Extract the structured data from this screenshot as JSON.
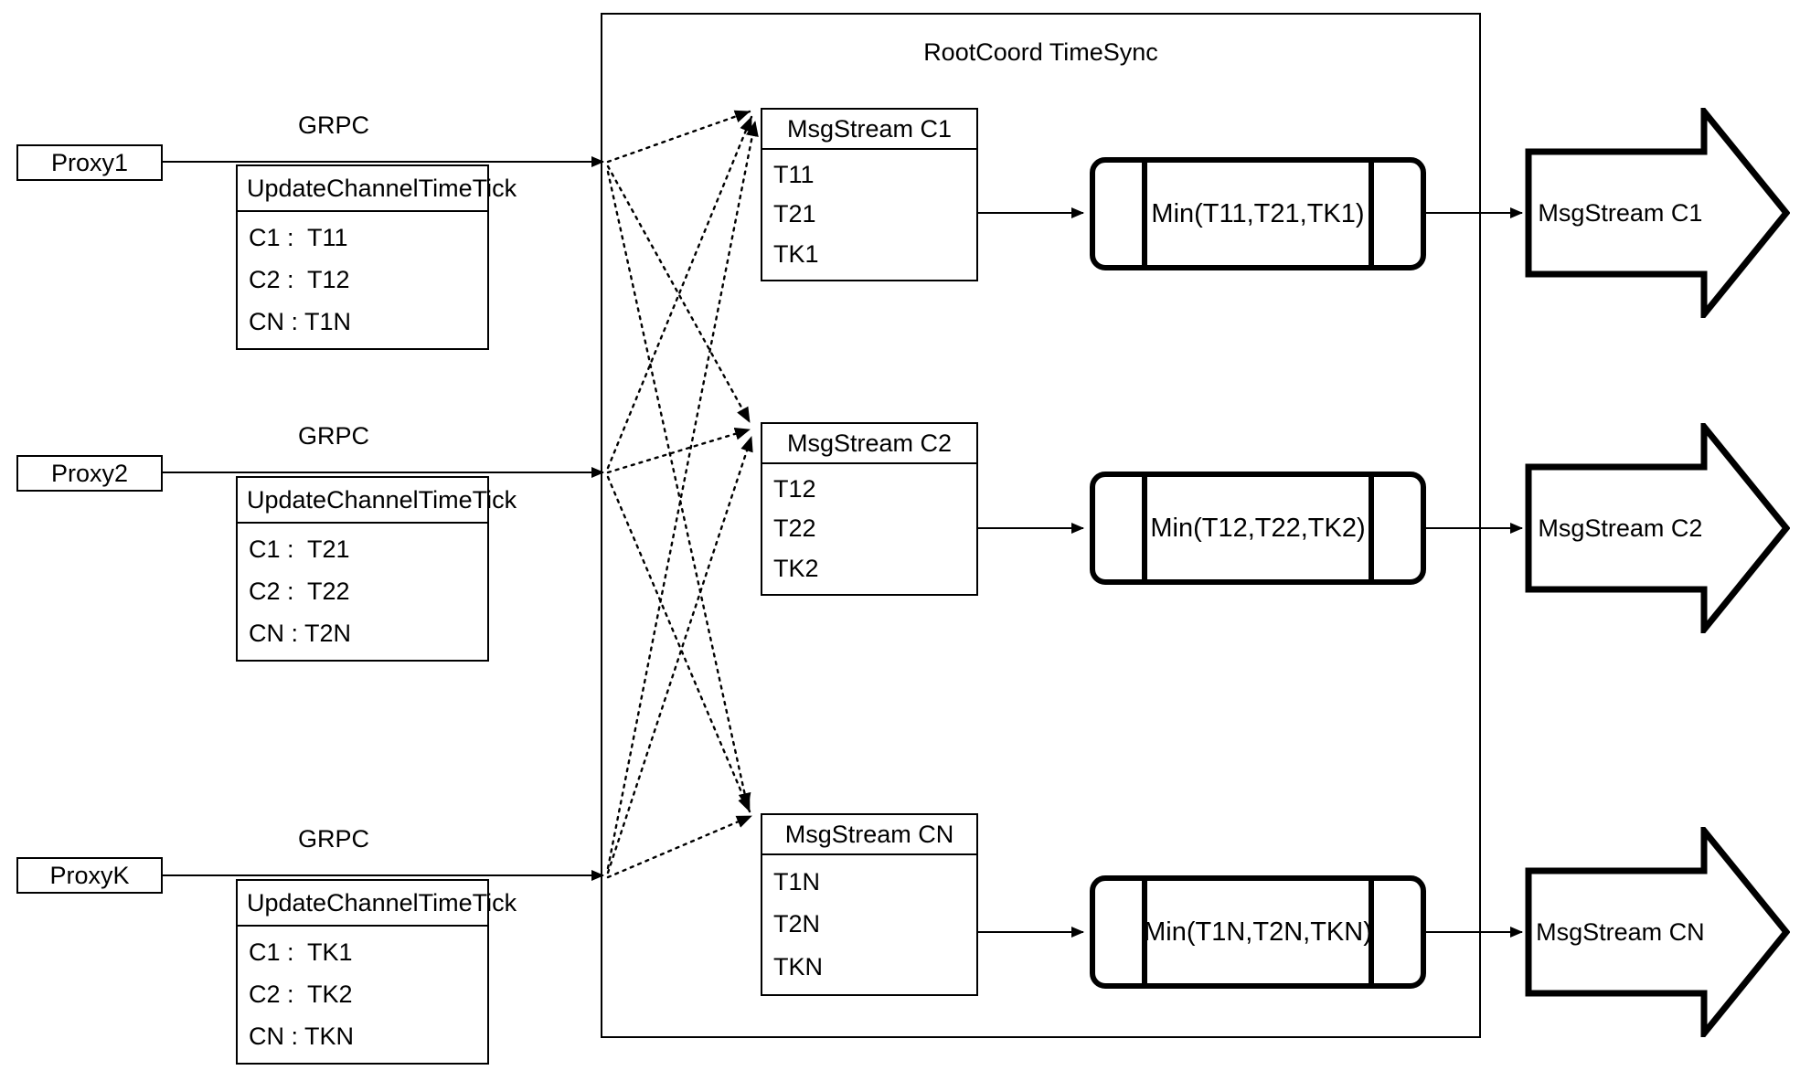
{
  "diagram": {
    "container": {
      "title": "RootCoord TimeSync"
    },
    "proxies": [
      {
        "name": "Proxy1",
        "link_label": "GRPC",
        "request": {
          "title": "UpdateChannelTimeTick",
          "rows": [
            "C1 :  T11",
            "C2 :  T12",
            "CN : T1N"
          ]
        }
      },
      {
        "name": "Proxy2",
        "link_label": "GRPC",
        "request": {
          "title": "UpdateChannelTimeTick",
          "rows": [
            "C1 :  T21",
            "C2 :  T22",
            "CN : T2N"
          ]
        }
      },
      {
        "name": "ProxyK",
        "link_label": "GRPC",
        "request": {
          "title": "UpdateChannelTimeTick",
          "rows": [
            "C1 :  TK1",
            "C2 :  TK2",
            "CN : TKN"
          ]
        }
      }
    ],
    "channels": [
      {
        "stream": {
          "title": "MsgStream C1",
          "rows": [
            "T11",
            "T21",
            "TK1"
          ]
        },
        "min": {
          "label": "Min(T11,T21,TK1)"
        },
        "output": {
          "label": "MsgStream C1"
        }
      },
      {
        "stream": {
          "title": "MsgStream C2",
          "rows": [
            "T12",
            "T22",
            "TK2"
          ]
        },
        "min": {
          "label": "Min(T12,T22,TK2)"
        },
        "output": {
          "label": "MsgStream C2"
        }
      },
      {
        "stream": {
          "title": "MsgStream CN",
          "rows": [
            "T1N",
            "T2N",
            "TKN"
          ]
        },
        "min": {
          "label": "Min(T1N,T2N,TKN)"
        },
        "output": {
          "label": "MsgStream CN"
        }
      }
    ],
    "colors": {
      "stroke": "#000000",
      "background": "#ffffff"
    }
  }
}
